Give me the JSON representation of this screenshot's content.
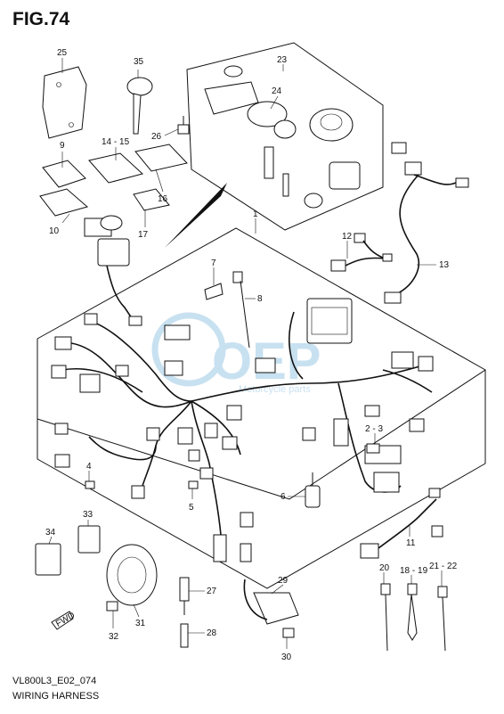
{
  "figure": {
    "title": "FIG.74",
    "code": "VL800L3_E02_074",
    "name": "WIRING HARNESS"
  },
  "watermark": {
    "text": "OEP",
    "subtext": "Motorcycle parts",
    "color": "#9cc9e6"
  },
  "direction_label": "FWD",
  "callouts": {
    "c1": "1",
    "c2_3": "2 - 3",
    "c4": "4",
    "c5": "5",
    "c6": "6",
    "c7": "7",
    "c8": "8",
    "c9": "9",
    "c10": "10",
    "c11": "11",
    "c12": "12",
    "c13": "13",
    "c14_15": "14 - 15",
    "c16": "16",
    "c17": "17",
    "c18_19": "18 - 19",
    "c20": "20",
    "c21_22": "21 - 22",
    "c23": "23",
    "c24": "24",
    "c25": "25",
    "c26": "26",
    "c27": "27",
    "c28": "28",
    "c29": "29",
    "c30": "30",
    "c31": "31",
    "c32": "32",
    "c33": "33",
    "c34": "34",
    "c35": "35"
  }
}
